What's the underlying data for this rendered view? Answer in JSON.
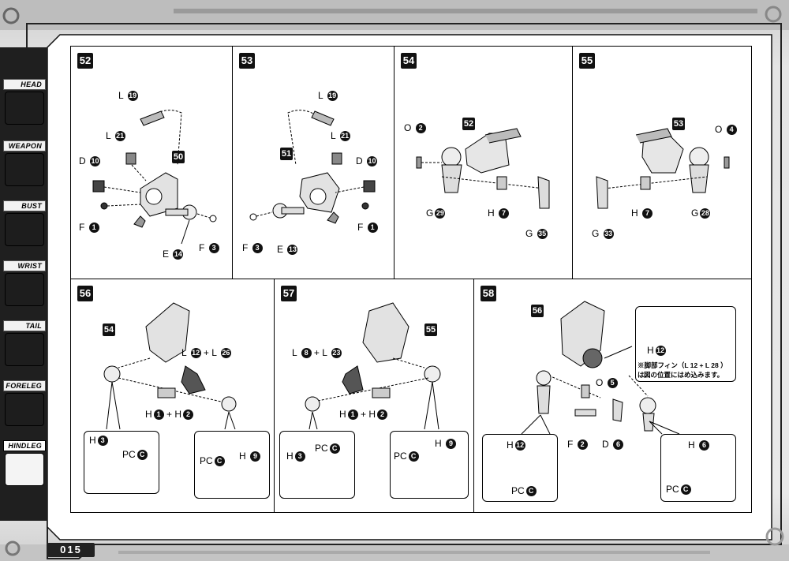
{
  "page_number": "015",
  "sidebar": {
    "tabs": [
      {
        "label": "HEAD"
      },
      {
        "label": "WEAPON"
      },
      {
        "label": "BUST"
      },
      {
        "label": "WRIST"
      },
      {
        "label": "TAIL"
      },
      {
        "label": "FORELEG"
      },
      {
        "label": "HINDLEG"
      }
    ]
  },
  "steps": {
    "s52": {
      "number": "52",
      "labels": {
        "l19": "L",
        "l19n": "19",
        "l21": "L",
        "l21n": "21",
        "d10": "D",
        "d10n": "10",
        "ref": "50",
        "f1": "F",
        "f1n": "1",
        "e14": "E",
        "e14n": "14",
        "f3": "F",
        "f3n": "3"
      }
    },
    "s53": {
      "number": "53",
      "labels": {
        "l19": "L",
        "l19n": "19",
        "l21": "L",
        "l21n": "21",
        "d10": "D",
        "d10n": "10",
        "ref": "51",
        "f1": "F",
        "f1n": "1",
        "e13": "E",
        "e13n": "13",
        "f3": "F",
        "f3n": "3"
      }
    },
    "s54": {
      "number": "54",
      "labels": {
        "o2": "O",
        "o2n": "2",
        "ref": "52",
        "g29": "G",
        "g29n": "29",
        "h7": "H",
        "h7n": "7",
        "g35": "G",
        "g35n": "35"
      }
    },
    "s55": {
      "number": "55",
      "labels": {
        "ref": "53",
        "o4": "O",
        "o4n": "4",
        "h7": "H",
        "h7n": "7",
        "g28": "G",
        "g28n": "28",
        "g33": "G",
        "g33n": "33"
      }
    },
    "s56": {
      "number": "56",
      "labels": {
        "ref": "54",
        "l12": "L",
        "l12n": "12",
        "plus": "+",
        "l26": "L",
        "l26n": "26",
        "h1": "H",
        "h1n": "1",
        "plus2": "+",
        "h2": "H",
        "h2n": "2",
        "sub_a_h": "H",
        "sub_a_hn": "3",
        "sub_a_pc": "PC",
        "sub_a_pcn": "C",
        "sub_b_pc": "PC",
        "sub_b_pcn": "C",
        "sub_b_h": "H",
        "sub_b_hn": "9"
      }
    },
    "s57": {
      "number": "57",
      "labels": {
        "l8": "L",
        "l8n": "8",
        "plus": "+",
        "l23": "L",
        "l23n": "23",
        "ref": "55",
        "h1": "H",
        "h1n": "1",
        "plus2": "+",
        "h2": "H",
        "h2n": "2",
        "sub_a_h": "H",
        "sub_a_hn": "3",
        "sub_a_pc": "PC",
        "sub_a_pcn": "C",
        "sub_b_pc": "PC",
        "sub_b_pcn": "C",
        "sub_b_h": "H",
        "sub_b_hn": "9"
      }
    },
    "s58": {
      "number": "58",
      "labels": {
        "ref": "56",
        "note_h": "H",
        "note_hn": "12",
        "note_line1": "※脚部フィン（L 12 + L 28 ）は、",
        "note_line2": "図の位置にはめ込みます。",
        "o5": "O",
        "o5n": "5",
        "f2": "F",
        "f2n": "2",
        "d6": "D",
        "d6n": "6",
        "sub_a_h": "H",
        "sub_a_hn": "12",
        "sub_a_pc": "PC",
        "sub_a_pcn": "C",
        "sub_b_h": "H",
        "sub_b_hn": "6",
        "sub_b_pc": "PC",
        "sub_b_pcn": "C"
      }
    }
  }
}
